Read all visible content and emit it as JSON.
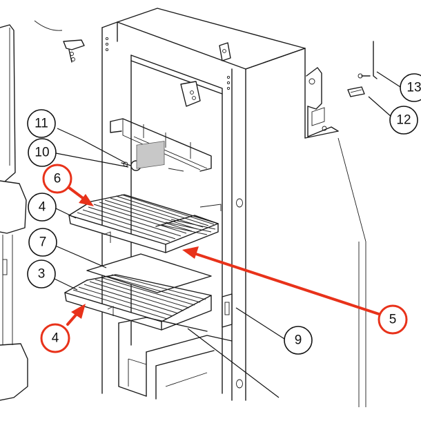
{
  "callouts": [
    {
      "id": "c11",
      "label": "11",
      "highlight": false
    },
    {
      "id": "c10",
      "label": "10",
      "highlight": false
    },
    {
      "id": "c6",
      "label": "6",
      "highlight": true
    },
    {
      "id": "c4a",
      "label": "4",
      "highlight": false
    },
    {
      "id": "c7",
      "label": "7",
      "highlight": false
    },
    {
      "id": "c3",
      "label": "3",
      "highlight": false
    },
    {
      "id": "c4b",
      "label": "4",
      "highlight": true
    },
    {
      "id": "c5",
      "label": "5",
      "highlight": true
    },
    {
      "id": "c9",
      "label": "9",
      "highlight": false
    },
    {
      "id": "c12",
      "label": "12",
      "highlight": false
    },
    {
      "id": "c13",
      "label": "13",
      "highlight": false
    }
  ],
  "colors": {
    "highlight": "#e8321a",
    "line": "#1a1a1a",
    "label_plate": "#c8c8c8"
  }
}
